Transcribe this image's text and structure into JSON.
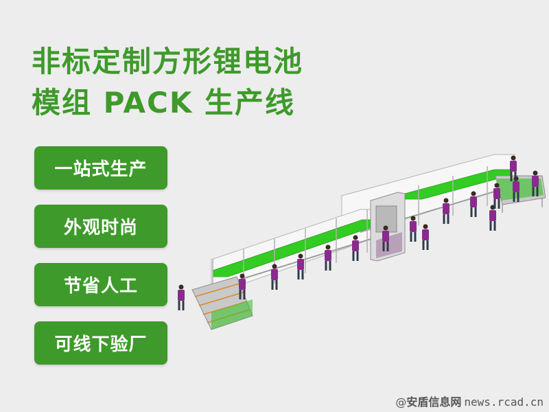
{
  "title": {
    "line1": "非标定制方形锂电池",
    "line2": "模组 PACK 生产线"
  },
  "features": [
    {
      "label": "一站式生产"
    },
    {
      "label": "外观时尚"
    },
    {
      "label": "节省人工"
    },
    {
      "label": "可线下验厂"
    }
  ],
  "watermark": {
    "prefix": "@",
    "brand": "安盾信息网",
    "url": "news.rcad.cn"
  },
  "colors": {
    "accent_green": "#3e9a2a",
    "conveyor_green": "#33cc22",
    "worker_purple": "#8a2a8e",
    "background": "#ededed"
  },
  "illustration": {
    "subject": "production-line-with-workers",
    "worker_count": 16
  }
}
